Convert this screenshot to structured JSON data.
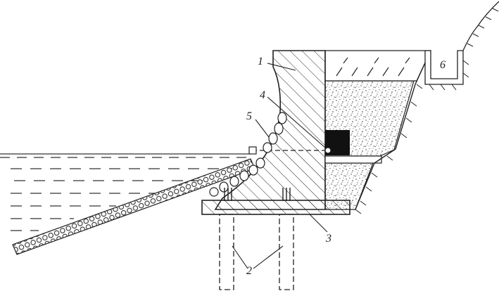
{
  "labels": {
    "crest": "1",
    "piles": "2",
    "base_slab": "3",
    "drain": "4",
    "toe_stones": "5",
    "ditch": "6"
  },
  "colors": {
    "ink": "#222222",
    "background": "#ffffff",
    "filter_block": "#111111"
  }
}
